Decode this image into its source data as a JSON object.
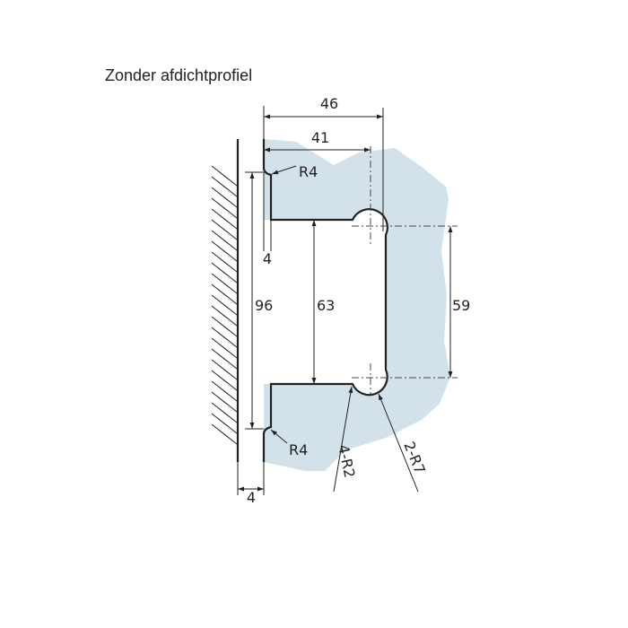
{
  "title": "Zonder afdichtprofiel",
  "colors": {
    "glass": "#d3e1ea",
    "line": "#222222"
  },
  "dimensions": {
    "overall_depth": "46",
    "inner_depth": "41",
    "top_radius": "R4",
    "flange_gap": "4",
    "overall_height": "96",
    "channel_height": "63",
    "hole_spacing": "59",
    "bottom_radius": "R4",
    "wall_gap": "4",
    "small_radii": "4-R2",
    "large_radii": "2-R7"
  }
}
